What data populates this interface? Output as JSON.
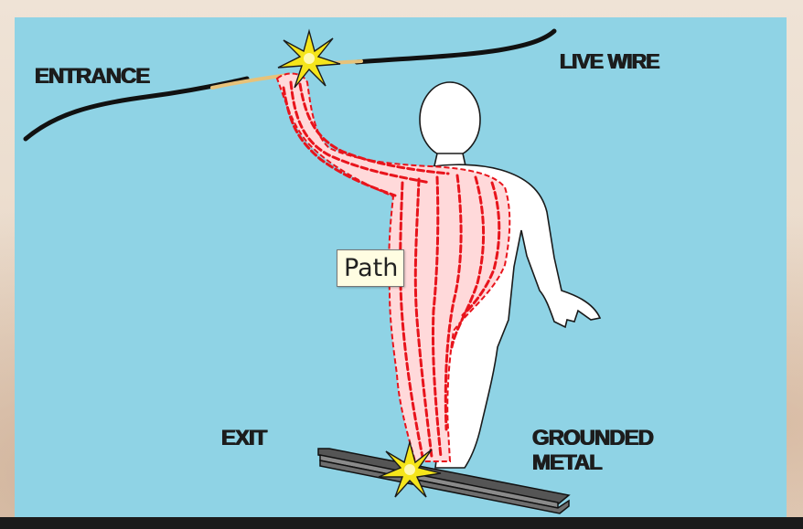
{
  "labels": {
    "entrance": "ENTRANCE",
    "live_wire": "LIVE WIRE",
    "exit": "EXIT",
    "grounded": "GROUNDED",
    "metal": "METAL"
  },
  "tooltip": {
    "text": "Path"
  },
  "colors": {
    "panel_background": "#8fd3e5",
    "body_silhouette": "#ffffff",
    "current_path": "#e8141c",
    "spark": "#f5e51b",
    "wire": "#111111"
  },
  "icons": {
    "entrance_spark": "spark-icon",
    "exit_spark": "spark-icon",
    "grounded_beam": "i-beam-icon"
  }
}
